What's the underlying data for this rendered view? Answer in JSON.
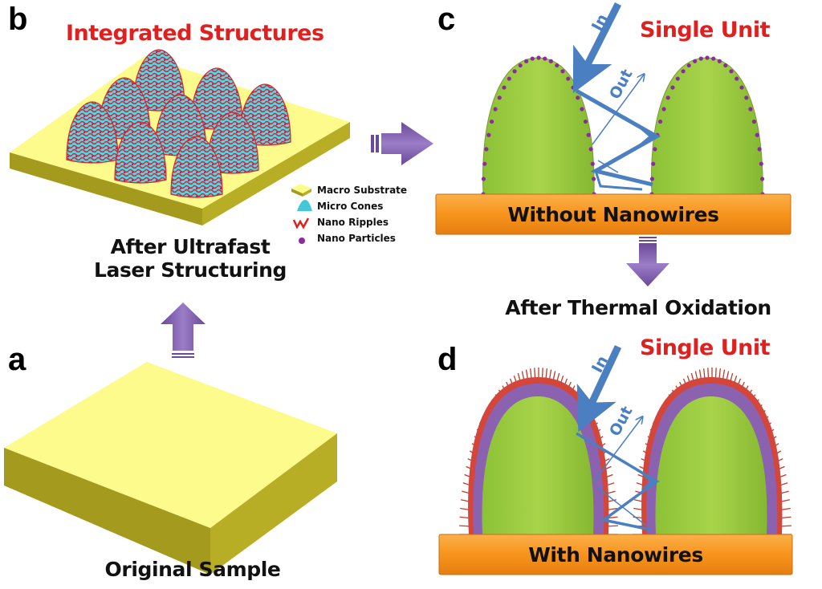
{
  "panels": {
    "a": {
      "letter": "a",
      "caption": "Original Sample"
    },
    "b": {
      "letter": "b",
      "title": "Integrated Structures",
      "caption_line1": "After Ultrafast",
      "caption_line2": "Laser Structuring"
    },
    "c": {
      "letter": "c",
      "title": "Single Unit",
      "bar_label": "Without Nanowires",
      "ray_in": "In",
      "ray_out": "Out"
    },
    "d": {
      "letter": "d",
      "title": "Single Unit",
      "bar_label": "With Nanowires",
      "ray_in": "In",
      "ray_out": "Out"
    }
  },
  "transition_label": "After Thermal Oxidation",
  "legend": [
    {
      "icon": "macro-substrate-icon",
      "label": "Macro Substrate"
    },
    {
      "icon": "micro-cone-icon",
      "label": "Micro Cones"
    },
    {
      "icon": "nano-ripple-icon",
      "label": "Nano Ripples"
    },
    {
      "icon": "nano-particle-icon",
      "label": "Nano Particles"
    }
  ],
  "colors": {
    "substrate_top": "#fdfb8c",
    "substrate_side": "#a8a020",
    "cone": "#9acd3f",
    "base_bar": "#f7941d",
    "ray": "#4a7fc1",
    "arrow": "#7b5aa6",
    "particle": "#8a2ba0",
    "title_red": "#e0201f"
  }
}
